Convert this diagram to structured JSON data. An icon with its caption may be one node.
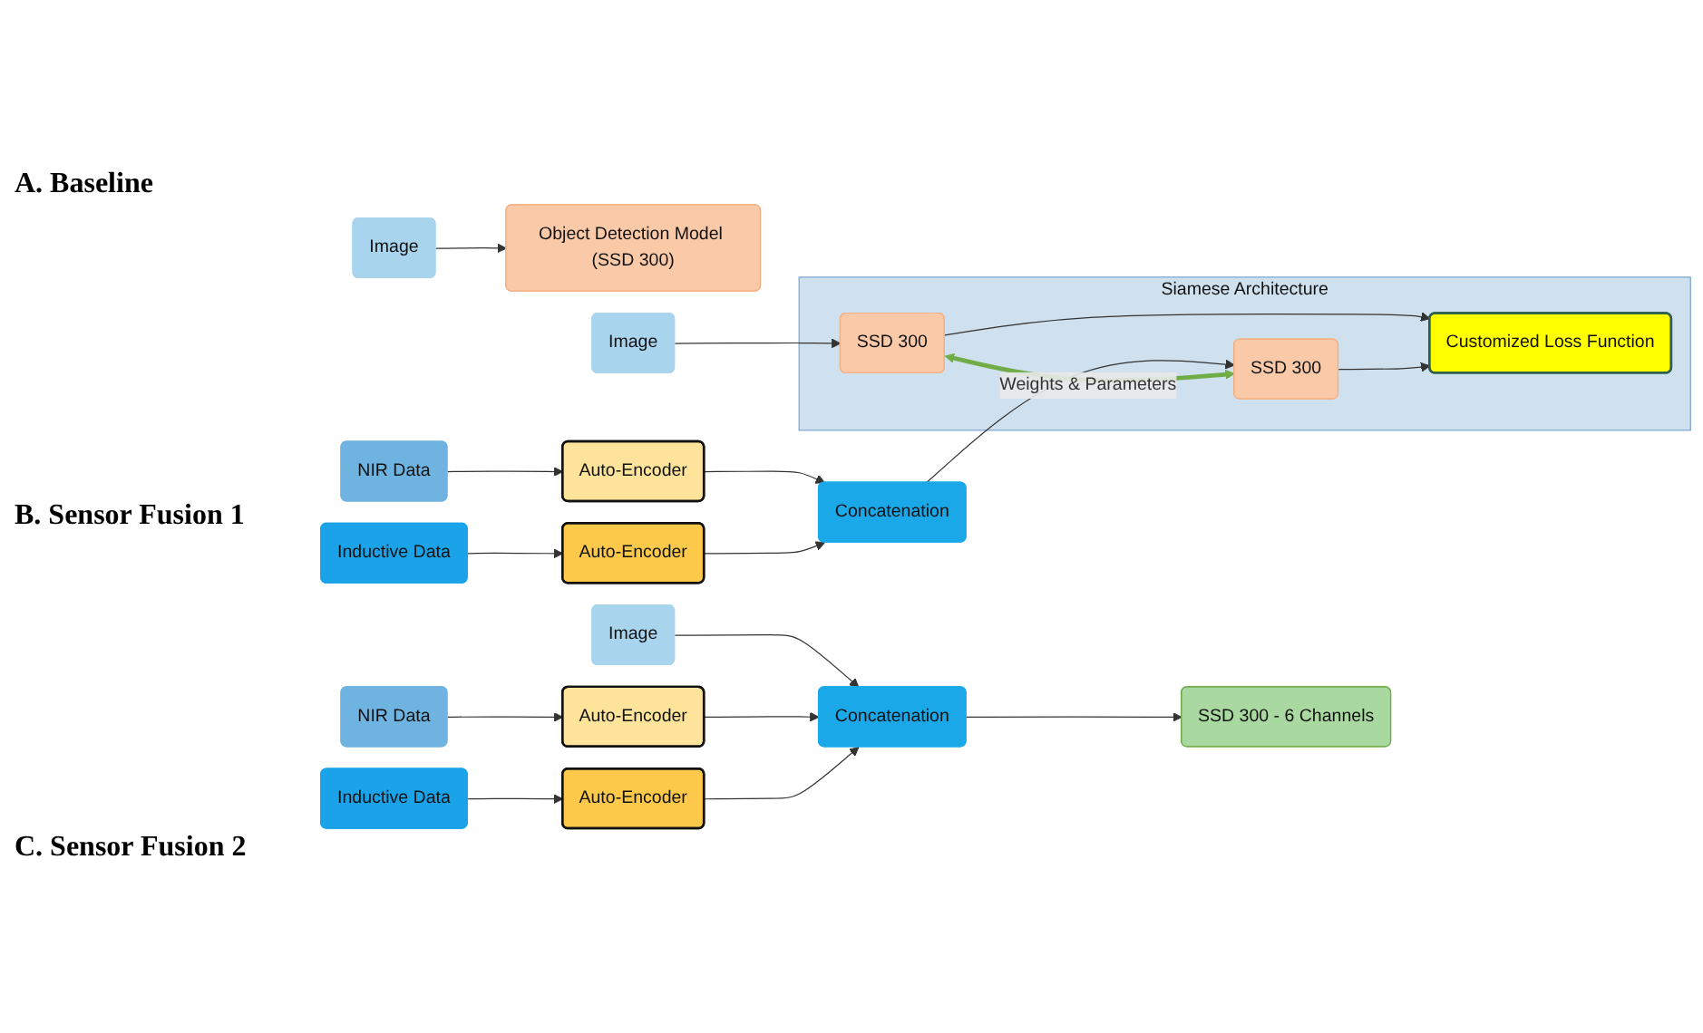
{
  "diagram": {
    "nodes": [
      {
        "text": [
          "Image"
        ]
      },
      {
        "text": [
          "Object Detection Model (SSD 300)"
        ]
      },
      {
        "text": [
          "Image"
        ]
      },
      {
        "text": [
          "NIR Data"
        ]
      },
      {
        "text": [
          "Auto-Encoder"
        ]
      },
      {
        "text": [
          "Inductive Data"
        ]
      },
      {
        "text": [
          "Auto-Encoder"
        ]
      },
      {
        "text": [
          "Concatenation"
        ]
      },
      {
        "text": [
          "SSD 300 - 6 Channels"
        ]
      },
      {
        "text": [
          "Image"
        ]
      },
      {
        "text": [
          "NIR Data"
        ]
      },
      {
        "text": [
          "Auto-Encoder"
        ]
      },
      {
        "text": [
          "Inductive Data"
        ]
      },
      {
        "text": [
          "Auto-Encoder"
        ]
      },
      {
        "text": [
          "Concatenation"
        ]
      },
      {
        "text": [
          "Siamese Architecture"
        ]
      },
      {
        "text": [
          "SSD 300"
        ],
        "in": 15
      },
      {
        "text": [
          "SSD 300"
        ],
        "in": 15
      },
      {
        "text": [
          "Customized Loss Function"
        ],
        "in": 15
      }
    ],
    "edges": [
      {
        "from": 0,
        "to": 1,
        "arrow": "to"
      },
      {
        "from": 2,
        "to": 7,
        "arrow": "to"
      },
      {
        "from": 3,
        "to": 4,
        "arrow": "to"
      },
      {
        "from": 5,
        "to": 6,
        "arrow": "to"
      },
      {
        "from": 4,
        "to": 7,
        "arrow": "to"
      },
      {
        "from": 6,
        "to": 7,
        "arrow": "to"
      },
      {
        "from": 7,
        "to": 8,
        "arrow": "to"
      },
      {
        "from": 9,
        "to": 16,
        "arrow": "to"
      },
      {
        "from": 10,
        "to": 11,
        "arrow": "to"
      },
      {
        "from": 12,
        "to": 13,
        "arrow": "to"
      },
      {
        "from": 11,
        "to": 14,
        "arrow": "to"
      },
      {
        "from": 13,
        "to": 14,
        "arrow": "to"
      },
      {
        "from": 14,
        "to": 17,
        "arrow": "to"
      },
      {
        "from": 16,
        "to": 18,
        "arrow": "to"
      },
      {
        "from": 17,
        "to": 18,
        "arrow": "to"
      },
      {
        "from": 16,
        "to": 17,
        "arrow": "both",
        "label": "Weights & Parameters",
        "style": "thick",
        "color": "#70ad47"
      }
    ],
    "labels": [
      "A. Baseline",
      "B. Sensor Fusion 1",
      "C. Sensor Fusion 2"
    ]
  }
}
